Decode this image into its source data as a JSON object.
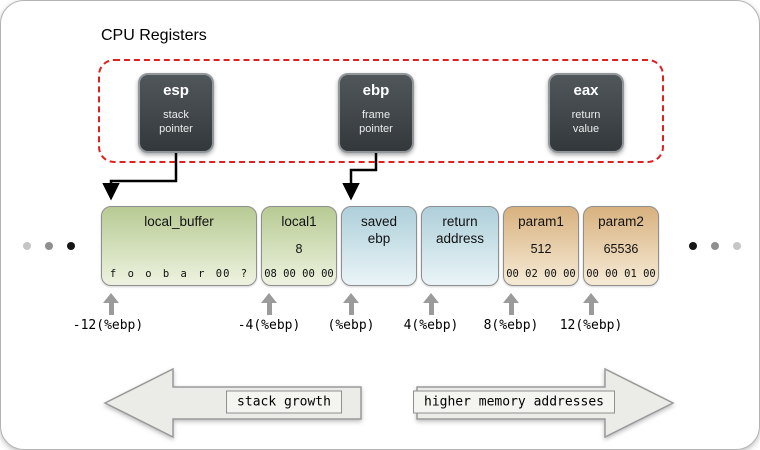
{
  "title": "CPU Registers",
  "registers": [
    {
      "name": "esp",
      "desc": "stack\npointer"
    },
    {
      "name": "ebp",
      "desc": "frame\npointer"
    },
    {
      "name": "eax",
      "desc": "return\nvalue"
    }
  ],
  "stack": {
    "cells": [
      {
        "label": "local_buffer",
        "value": "",
        "bytes": "f o o b a r 00 ?"
      },
      {
        "label": "local1",
        "value": "8",
        "bytes": "08 00 00 00"
      },
      {
        "label": "saved\nebp",
        "value": "",
        "bytes": ""
      },
      {
        "label": "return\naddress",
        "value": "",
        "bytes": ""
      },
      {
        "label": "param1",
        "value": "512",
        "bytes": "00 02 00 00"
      },
      {
        "label": "param2",
        "value": "65536",
        "bytes": "00 00 01 00"
      }
    ],
    "offsets": [
      "-12(%ebp)",
      "-4(%ebp)",
      "(%ebp)",
      "4(%ebp)",
      "8(%ebp)",
      "12(%ebp)"
    ]
  },
  "arrows": {
    "left_label": "stack growth",
    "right_label": "higher memory addresses"
  }
}
